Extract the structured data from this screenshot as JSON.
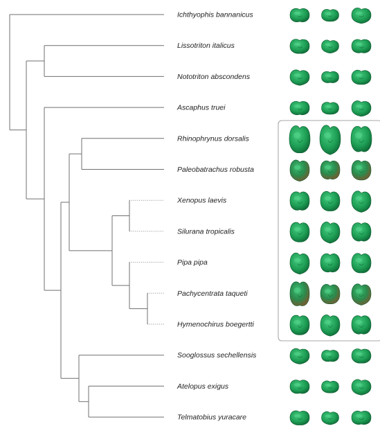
{
  "figure": {
    "taxa": [
      "Ichthyophis bannanicus",
      "Lissotriton italicus",
      "Nototriton abscondens",
      "Ascaphus truei",
      "Rhinophrynus dorsalis",
      "Paleobatrachus robusta",
      "Xenopus laevis",
      "Silurana  tropicalis",
      "Pipa pipa",
      "Pachycentrata taqueti",
      "Hymenochirus boegertti",
      "Sooglossus sechellensis",
      "Atelopus exigus",
      "Telmatobius yuracare"
    ],
    "views_per_taxon": 3,
    "highlighted_group": [
      "Rhinophrynus dorsalis",
      "Paleobatrachus robusta",
      "Xenopus laevis",
      "Silurana  tropicalis",
      "Pipa pipa",
      "Pachycentrata taqueti",
      "Hymenochirus boegertti"
    ],
    "colors": {
      "model_green": "#1e9e55",
      "model_dark": "#0f6b37",
      "model_light": "#3fc277",
      "fossil_tint": "#b0643a",
      "branch": "#6f6f6f",
      "text": "#222222"
    },
    "icons": [
      "tree-branch",
      "3d-model-view"
    ]
  }
}
